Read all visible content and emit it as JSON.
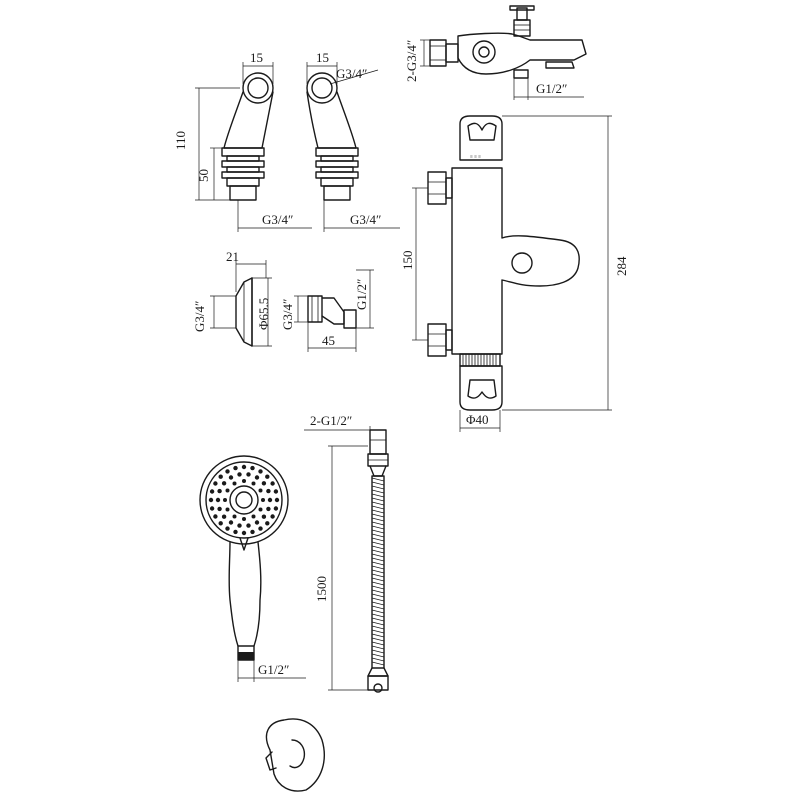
{
  "labels": {
    "leg_left_width": "15",
    "leg_right_width": "15",
    "leg_right_thread": "G3/4″",
    "leg_height_total": "110",
    "leg_height_lower": "50",
    "leg_left_base_thread": "G3/4″",
    "leg_right_base_thread": "G3/4″",
    "flange_depth": "21",
    "flange_thread": "G3/4″",
    "flange_diameter": "Φ65.5",
    "adapter_thread_left": "G3/4″",
    "adapter_thread_right": "G1/2″",
    "adapter_length": "45",
    "spout_inlet_thread": "2-G3/4″",
    "spout_outlet_thread": "G1/2″",
    "valve_center_distance": "150",
    "valve_total_height": "284",
    "valve_diameter": "Φ40",
    "hose_thread": "2-G1/2″",
    "hose_length": "1500",
    "handset_thread": "G1/2″"
  }
}
